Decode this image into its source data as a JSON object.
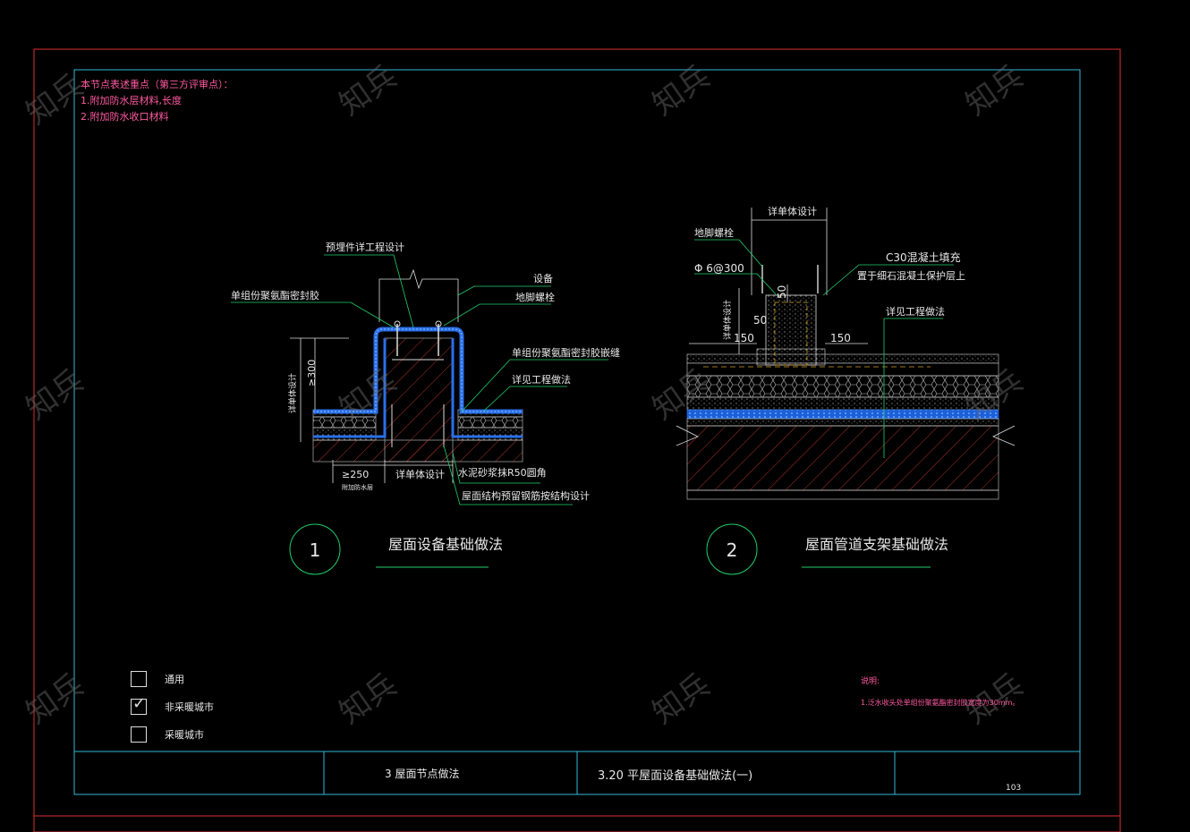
{
  "notes": {
    "title": "本节点表述重点（第三方评审点）：",
    "items": [
      "1.附加防水层材料,长度",
      "2.附加防水收口材料"
    ]
  },
  "detail1": {
    "number": "1",
    "title": "屋面设备基础做法",
    "labels": {
      "embedded": "预埋件详工程设计",
      "equipment": "设备",
      "anchor_bolt": "地脚螺栓",
      "sealant": "单组份聚氨酯密封胶",
      "sealant_embed": "单组份聚氨酯密封胶嵌缝",
      "see_project": "详见工程做法",
      "mortar": "水泥砂浆抹R50圆角",
      "structure": "屋面结构预留钢筋按结构设计",
      "height": "≥300",
      "height_side": "详单体设计",
      "width": "≥250",
      "width_sub": "附加防水层",
      "base_width": "详单体设计"
    }
  },
  "detail2": {
    "number": "2",
    "title": "屋面管道支架基础做法",
    "labels": {
      "top_dim": "详单体设计",
      "anchor_bolt": "地脚螺栓",
      "rebar": "Φ 6@300",
      "concrete": "C30混凝土填充",
      "protect": "置于细石混凝土保护层上",
      "see_project": "详见工程做法",
      "dim50a": "50",
      "dim50b": "50",
      "dim150a": "150",
      "dim150b": "150",
      "side": "详单体设计"
    }
  },
  "legend": [
    {
      "label": "通用",
      "checked": false
    },
    {
      "label": "非采暖城市",
      "checked": true
    },
    {
      "label": "采暖城市",
      "checked": false
    }
  ],
  "explanation": {
    "title": "说明:",
    "text": "1.泛水收头处单组份聚氨酯密封胶宽度为30mm。"
  },
  "title_block": {
    "chapter": "3   屋面节点做法",
    "section": "3.20   平屋面设备基础做法(一)",
    "page": "103"
  },
  "watermark": "知兵"
}
